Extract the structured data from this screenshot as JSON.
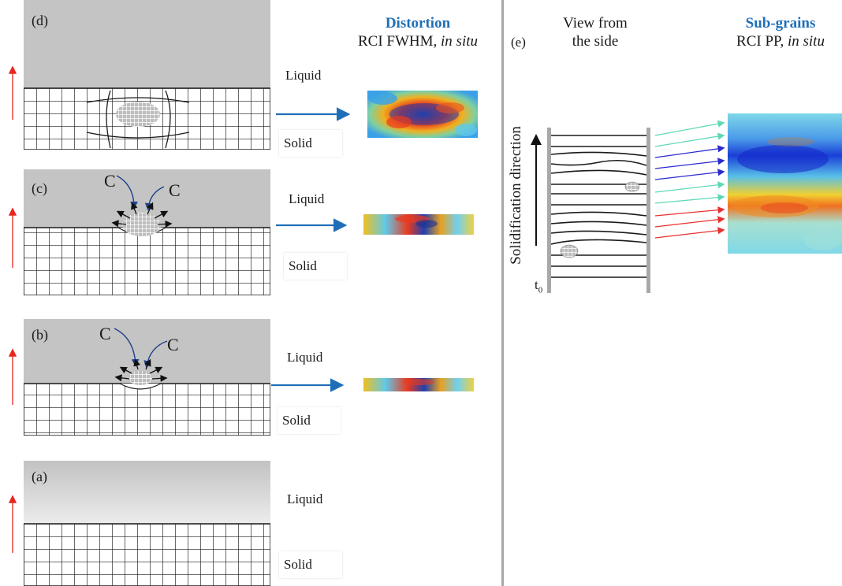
{
  "panels": {
    "d": {
      "label": "(d)",
      "liquid": "Liquid",
      "solid": "Solid"
    },
    "c": {
      "label": "(c)",
      "liquid": "Liquid",
      "solid": "Solid",
      "solute_left": "C",
      "solute_right": "C"
    },
    "b": {
      "label": "(b)",
      "liquid": "Liquid",
      "solid": "Solid",
      "solute_left": "C",
      "solute_right": "C"
    },
    "a": {
      "label": "(a)",
      "liquid": "Liquid",
      "solid": "Solid"
    }
  },
  "distortion": {
    "title": "Distortion",
    "subtitle_prefix": "RCI FWHM, ",
    "subtitle_italic": "in situ"
  },
  "panel_e": {
    "label": "(e)",
    "view_line1": "View from",
    "view_line2": "the side",
    "axis_label": "Solidification direction",
    "t0_base": "t",
    "t0_sub": "0",
    "subgrains": {
      "title": "Sub-grains",
      "subtitle_prefix": "RCI PP, ",
      "subtitle_italic": "in situ"
    }
  },
  "colors": {
    "liquid": "#c4c4c4",
    "grid": "#1a1a1a",
    "arrow_blue": "#1f6fb8",
    "growth_red": "#e8261f",
    "divider": "#a8a8a8",
    "heading_blue": "#1f6fb8"
  }
}
